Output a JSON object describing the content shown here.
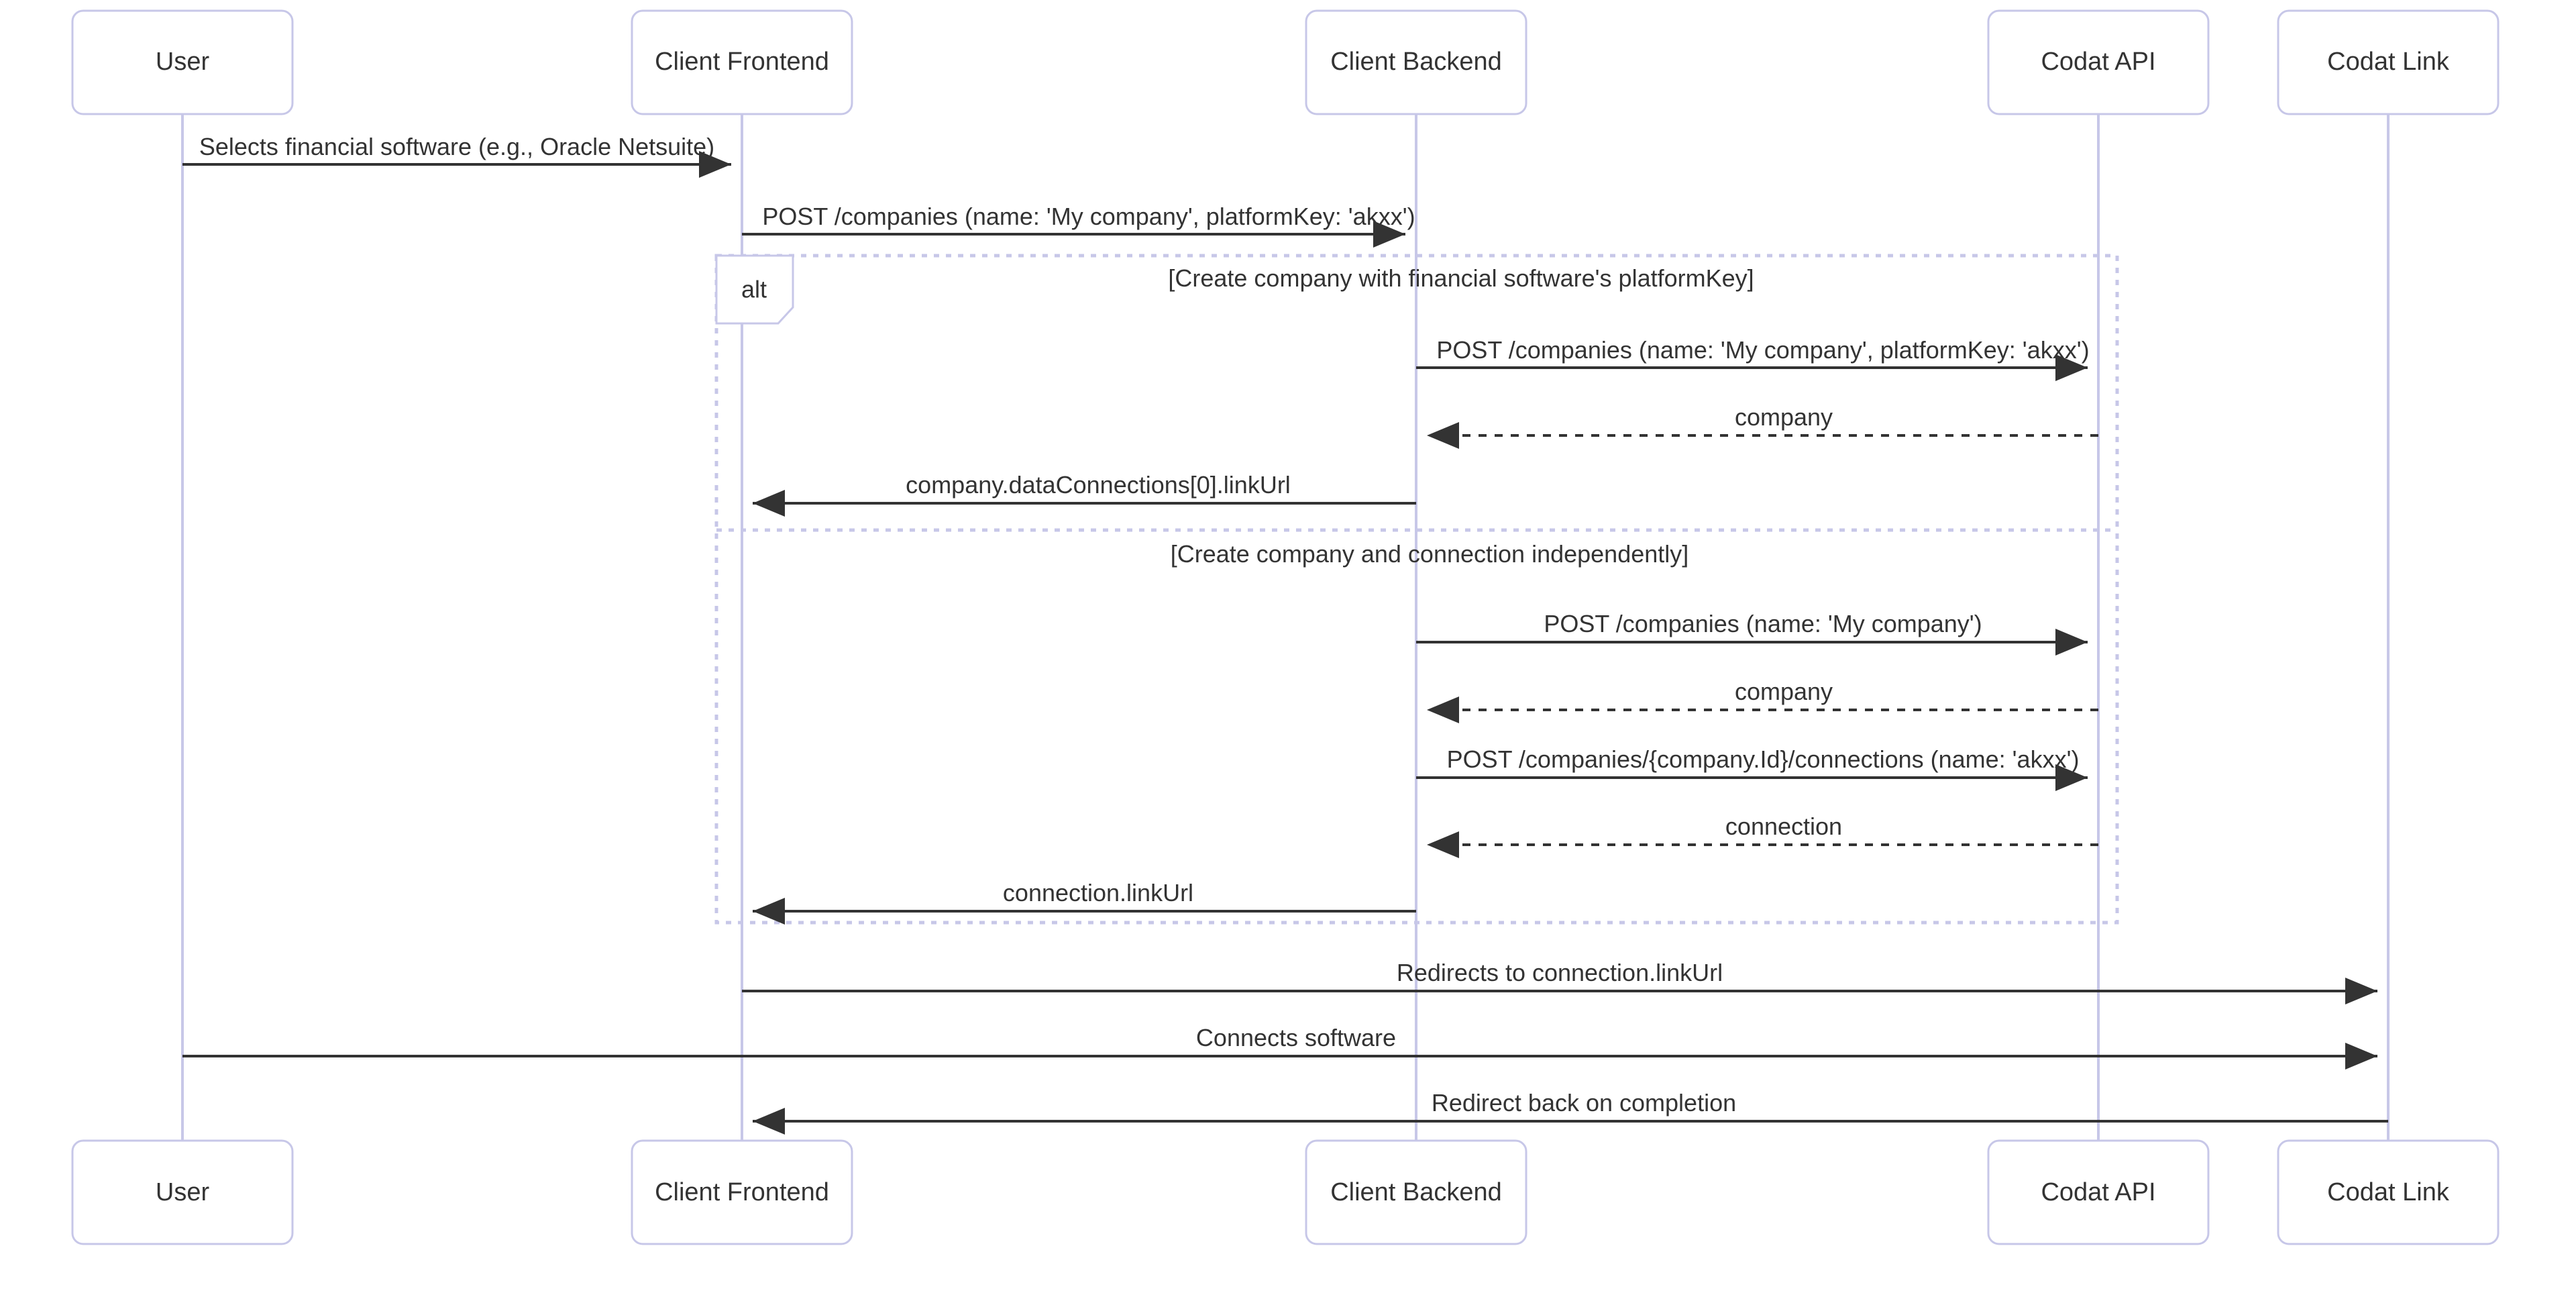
{
  "diagram": {
    "type": "sequence-diagram",
    "title": "",
    "colors": {
      "participant_border": "#c7c7e8",
      "participant_fill": "#ffffff",
      "lifeline": "#c7c7e8",
      "message_line": "#333333",
      "frame_border": "#c7c7e8",
      "text": "#333333",
      "background": "#ffffff"
    },
    "participants": [
      {
        "id": "user",
        "label": "User"
      },
      {
        "id": "frontend",
        "label": "Client Frontend"
      },
      {
        "id": "backend",
        "label": "Client Backend"
      },
      {
        "id": "api",
        "label": "Codat API"
      },
      {
        "id": "link",
        "label": "Codat Link"
      }
    ],
    "fragments": [
      {
        "kind": "alt",
        "tab_label": "alt",
        "branches": [
          {
            "condition": "[Create company with financial software's platformKey]"
          },
          {
            "condition": "[Create company and connection independently]"
          }
        ]
      }
    ],
    "messages": [
      {
        "index": 0,
        "from": "user",
        "to": "frontend",
        "label": "Selects financial software (e.g., Oracle Netsuite)",
        "style": "solid",
        "direction": "right"
      },
      {
        "index": 1,
        "from": "frontend",
        "to": "backend",
        "label": "POST /companies (name: 'My company', platformKey: 'akxx')",
        "style": "solid",
        "direction": "right"
      },
      {
        "index": 2,
        "from": "backend",
        "to": "api",
        "label": "POST /companies (name: 'My company', platformKey: 'akxx')",
        "style": "solid",
        "direction": "right"
      },
      {
        "index": 3,
        "from": "api",
        "to": "backend",
        "label": "company",
        "style": "dashed",
        "direction": "left"
      },
      {
        "index": 4,
        "from": "backend",
        "to": "frontend",
        "label": "company.dataConnections[0].linkUrl",
        "style": "solid",
        "direction": "left"
      },
      {
        "index": 5,
        "from": "backend",
        "to": "api",
        "label": "POST /companies (name: 'My company')",
        "style": "solid",
        "direction": "right"
      },
      {
        "index": 6,
        "from": "api",
        "to": "backend",
        "label": "company",
        "style": "dashed",
        "direction": "left"
      },
      {
        "index": 7,
        "from": "backend",
        "to": "api",
        "label": "POST /companies/{company.Id}/connections (name: 'akxx')",
        "style": "solid",
        "direction": "right"
      },
      {
        "index": 8,
        "from": "api",
        "to": "backend",
        "label": "connection",
        "style": "dashed",
        "direction": "left"
      },
      {
        "index": 9,
        "from": "backend",
        "to": "frontend",
        "label": "connection.linkUrl",
        "style": "solid",
        "direction": "left"
      },
      {
        "index": 10,
        "from": "frontend",
        "to": "link",
        "label": "Redirects to connection.linkUrl",
        "style": "solid",
        "direction": "right"
      },
      {
        "index": 11,
        "from": "user",
        "to": "link",
        "label": "Connects software",
        "style": "solid",
        "direction": "right"
      },
      {
        "index": 12,
        "from": "link",
        "to": "frontend",
        "label": "Redirect back on completion",
        "style": "solid",
        "direction": "left"
      }
    ]
  }
}
